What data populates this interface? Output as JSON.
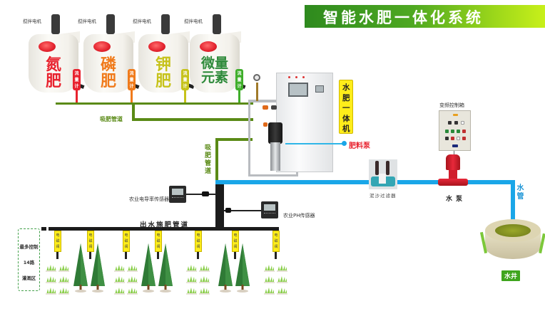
{
  "title": "智能水肥一体化系统",
  "colors": {
    "title_gradient_start": "#2e8a1e",
    "title_gradient_end": "#c8f01a",
    "suction_pipe": "#5a8a16",
    "water_pipe": "#1aa6e8",
    "outlet_pipe": "#1c1c1c",
    "valve_tag": "#ffee1a",
    "machine_tag": "#ffed1a",
    "fert_pump_label": "#e8222e",
    "well_tag": "#3fa51e"
  },
  "tanks": [
    {
      "motor_label": "搅拌电机",
      "name": "氮肥",
      "name_color": "#e8222e",
      "flow_meter_label": "流量计",
      "flow_meter_color": "#e8222e"
    },
    {
      "motor_label": "搅拌电机",
      "name": "磷肥",
      "name_color": "#f07a1a",
      "flow_meter_label": "流量计",
      "flow_meter_color": "#f07a1a"
    },
    {
      "motor_label": "搅拌电机",
      "name": "钾肥",
      "name_color": "#c6c21a",
      "flow_meter_label": "流量计",
      "flow_meter_color": "#c6c21a"
    },
    {
      "motor_label": "搅拌电机",
      "name": "微量元素",
      "name_color": "#2e8a3a",
      "flow_meter_label": "流量计",
      "flow_meter_color": "#3fae2a"
    }
  ],
  "suction_pipe_label_horizontal": "吸肥管道",
  "suction_pipe_label_vertical": "吸肥管道",
  "machine": {
    "tag": "水肥一体机",
    "fert_pump_label": "肥料泵"
  },
  "vfd_box_label": "变频控制箱",
  "water_pump_label": "水泵",
  "filter_label": "泥沙过滤器",
  "water_pipe_label": "水管",
  "well_label": "水井",
  "sensors": {
    "conductivity_label": "农业电导率传感器",
    "ph_label": "农业PH传感器"
  },
  "outlet_pipe_label": "出水施肥管道",
  "zone": {
    "line1": "最多控制",
    "line2": "14路",
    "line3": "灌溉区"
  },
  "valves": [
    {
      "label": "电磁阀",
      "plant": "grass"
    },
    {
      "label": "电磁阀",
      "plant": "tree"
    },
    {
      "label": "电磁阀",
      "plant": "grass"
    },
    {
      "label": "电磁阀",
      "plant": "tree"
    },
    {
      "label": "电磁阀",
      "plant": "grass"
    },
    {
      "label": "电磁阀",
      "plant": "tree"
    },
    {
      "label": "电磁阀",
      "plant": "grass"
    }
  ]
}
